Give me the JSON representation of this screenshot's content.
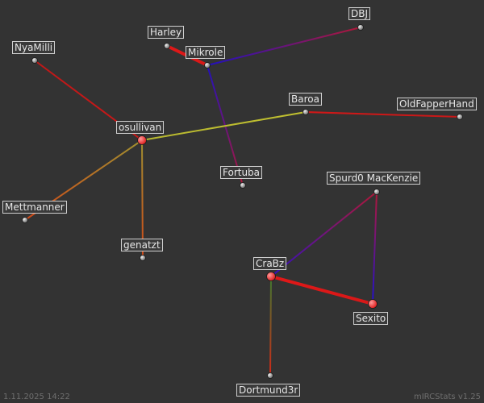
{
  "footer": {
    "timestamp": "1.11.2025 14:22",
    "generator": "mIRCStats v1.25"
  },
  "colors": {
    "background": "#333333",
    "big_node": "#e02020",
    "small_node": "#9a9a9a"
  },
  "nodes": [
    {
      "id": "harley",
      "name": "Harley",
      "size": "small"
    },
    {
      "id": "mikrole",
      "name": "Mikrole",
      "size": "small"
    },
    {
      "id": "dbj",
      "name": "DBJ",
      "size": "small"
    },
    {
      "id": "nyamilli",
      "name": "NyaMilli",
      "size": "small"
    },
    {
      "id": "osullivan",
      "name": "osullivan",
      "size": "big"
    },
    {
      "id": "baroa",
      "name": "Baroa",
      "size": "small"
    },
    {
      "id": "oldfapperhand",
      "name": "OldFapperHand",
      "size": "small"
    },
    {
      "id": "fortuba",
      "name": "Fortuba",
      "size": "small"
    },
    {
      "id": "spurd0",
      "name": "Spurd0 MacKenzie",
      "size": "small"
    },
    {
      "id": "mettmanner",
      "name": "Mettmanner",
      "size": "small"
    },
    {
      "id": "genatzt",
      "name": "genatzt",
      "size": "small"
    },
    {
      "id": "crabz",
      "name": "CraBz",
      "size": "big"
    },
    {
      "id": "sexito",
      "name": "Sexito",
      "size": "big"
    },
    {
      "id": "dortmund3r",
      "name": "Dortmund3r",
      "size": "small"
    }
  ],
  "edges": [
    {
      "from": "harley",
      "to": "mikrole",
      "weight": 4,
      "color_from": "#e01818",
      "color_to": "#d81818"
    },
    {
      "from": "mikrole",
      "to": "dbj",
      "weight": 2,
      "color_from": "#2010c0",
      "color_to": "#b01838"
    },
    {
      "from": "mikrole",
      "to": "fortuba",
      "weight": 2,
      "color_from": "#2010c0",
      "color_to": "#b01838"
    },
    {
      "from": "nyamilli",
      "to": "osullivan",
      "weight": 2,
      "color_from": "#c01818",
      "color_to": "#c81818"
    },
    {
      "from": "osullivan",
      "to": "baroa",
      "weight": 2,
      "color_from": "#b8b830",
      "color_to": "#c0c030"
    },
    {
      "from": "baroa",
      "to": "oldfapperhand",
      "weight": 2,
      "color_from": "#d01818",
      "color_to": "#c81818"
    },
    {
      "from": "osullivan",
      "to": "mettmanner",
      "weight": 2,
      "color_from": "#a09030",
      "color_to": "#d04818"
    },
    {
      "from": "osullivan",
      "to": "genatzt",
      "weight": 2,
      "color_from": "#a09030",
      "color_to": "#d04818"
    },
    {
      "from": "crabz",
      "to": "sexito",
      "weight": 4,
      "color_from": "#e01818",
      "color_to": "#d81818"
    },
    {
      "from": "crabz",
      "to": "spurd0",
      "weight": 2,
      "color_from": "#3010c0",
      "color_to": "#b01838"
    },
    {
      "from": "sexito",
      "to": "spurd0",
      "weight": 2,
      "color_from": "#2010d0",
      "color_to": "#b01838"
    },
    {
      "from": "crabz",
      "to": "dortmund3r",
      "weight": 2,
      "color_from": "#407a30",
      "color_to": "#d02818"
    }
  ]
}
